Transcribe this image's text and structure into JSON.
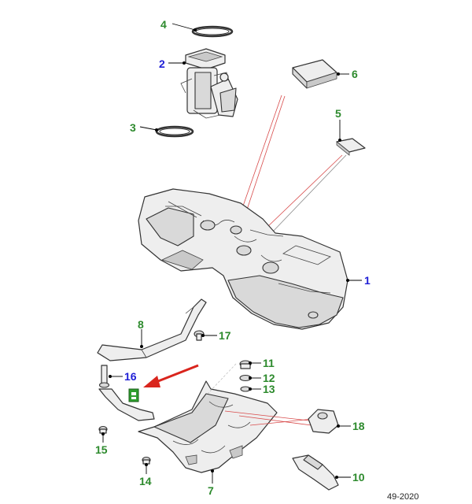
{
  "diagram": {
    "colors": {
      "green_label": "#2d8a2d",
      "blue_label": "#1e1ed6",
      "arrow": "#d9251d",
      "highlight": "#2e9e2e"
    },
    "callouts": [
      {
        "id": "1",
        "text": "1",
        "color": "blue"
      },
      {
        "id": "2",
        "text": "2",
        "color": "blue"
      },
      {
        "id": "3",
        "text": "3",
        "color": "green"
      },
      {
        "id": "4",
        "text": "4",
        "color": "green"
      },
      {
        "id": "5",
        "text": "5",
        "color": "green"
      },
      {
        "id": "6",
        "text": "6",
        "color": "green"
      },
      {
        "id": "7",
        "text": "7",
        "color": "green"
      },
      {
        "id": "8",
        "text": "8",
        "color": "green"
      },
      {
        "id": "10",
        "text": "10",
        "color": "green"
      },
      {
        "id": "11",
        "text": "11",
        "color": "green"
      },
      {
        "id": "12",
        "text": "12",
        "color": "green"
      },
      {
        "id": "13",
        "text": "13",
        "color": "green"
      },
      {
        "id": "14",
        "text": "14",
        "color": "green"
      },
      {
        "id": "15",
        "text": "15",
        "color": "green"
      },
      {
        "id": "16",
        "text": "16",
        "color": "blue"
      },
      {
        "id": "17",
        "text": "17",
        "color": "green"
      },
      {
        "id": "18",
        "text": "18",
        "color": "green"
      }
    ],
    "footer_code": "49-2020"
  }
}
